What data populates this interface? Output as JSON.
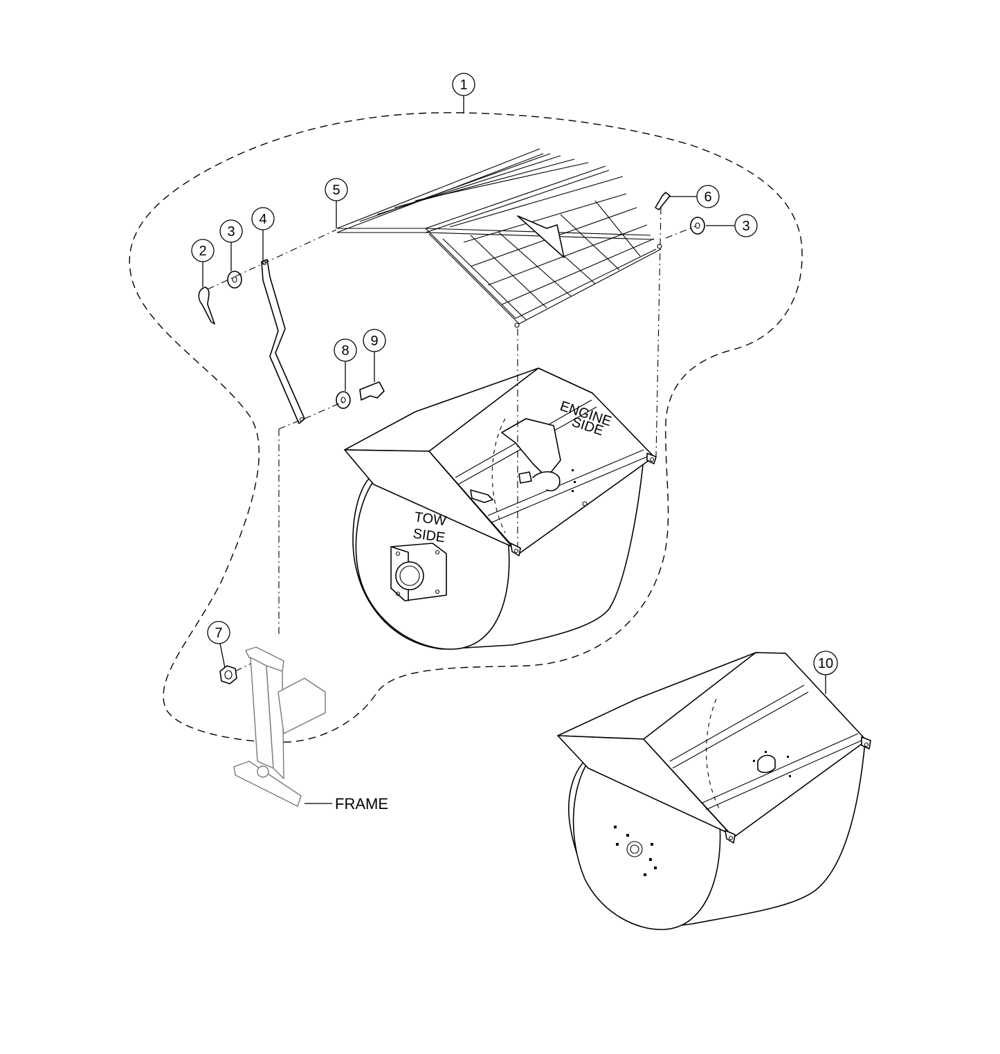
{
  "callouts": [
    {
      "label": "1"
    },
    {
      "label": "2"
    },
    {
      "label": "3"
    },
    {
      "label": "3"
    },
    {
      "label": "4"
    },
    {
      "label": "5"
    },
    {
      "label": "6"
    },
    {
      "label": "7"
    },
    {
      "label": "8"
    },
    {
      "label": "9"
    },
    {
      "label": "10"
    }
  ],
  "labels": {
    "frame": "FRAME",
    "engine_side_1": "ENGINE",
    "engine_side_2": "SIDE",
    "tow_side_1": "TOW",
    "tow_side_2": "SIDE"
  }
}
